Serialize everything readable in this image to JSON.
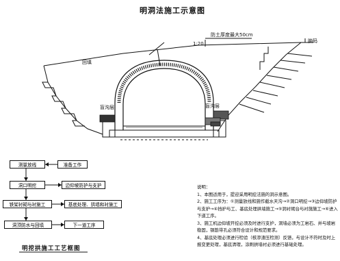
{
  "diagram": {
    "title": "明洞法施工示意图",
    "labels": {
      "scale": "1:20",
      "backfill_top": "防土厚度最大50cm",
      "slope_right": "脑码",
      "embankment_left": "回填",
      "drain_left": "盲沟层",
      "drain_right": "盲沟层"
    }
  },
  "flowchart": {
    "title": "明挖拱施工工艺框图",
    "boxes": {
      "survey": "测量放线",
      "prepare": "准备工作",
      "excavate": "洞口明挖",
      "support": "边仰坡防护与支护",
      "lining": "铁架衬砌与衬施工",
      "waterproof": "基底处理、拱墙和衬施工",
      "backfill": "洞顶防水与回填",
      "next": "下一道工序"
    }
  },
  "notes": {
    "heading": "说明：",
    "items": [
      "1、本图适用于，提迎采用明挖法施的洞示意图。",
      "2、施工工序为：①测量放线和施作截水天沟→②洞口明挖→③边仰坡防护与支护→④挡护与工、基底处理拱墙施工→⑤洞衬砌台与衬施施工→⑥进入下道工序。",
      "3、施工机边仰坡开挖必须及时进行支护，洞墙必须为工岩石、并与坡岩稳固，钢筋带孔必须符合设计和规范要求。",
      "4、基底处理必须进行检验（核渗渣压检测）反馈，与设计不符时及时上报变更处理，基底清理，涂刷拱墙衬必须进行基础处理。"
    ]
  }
}
